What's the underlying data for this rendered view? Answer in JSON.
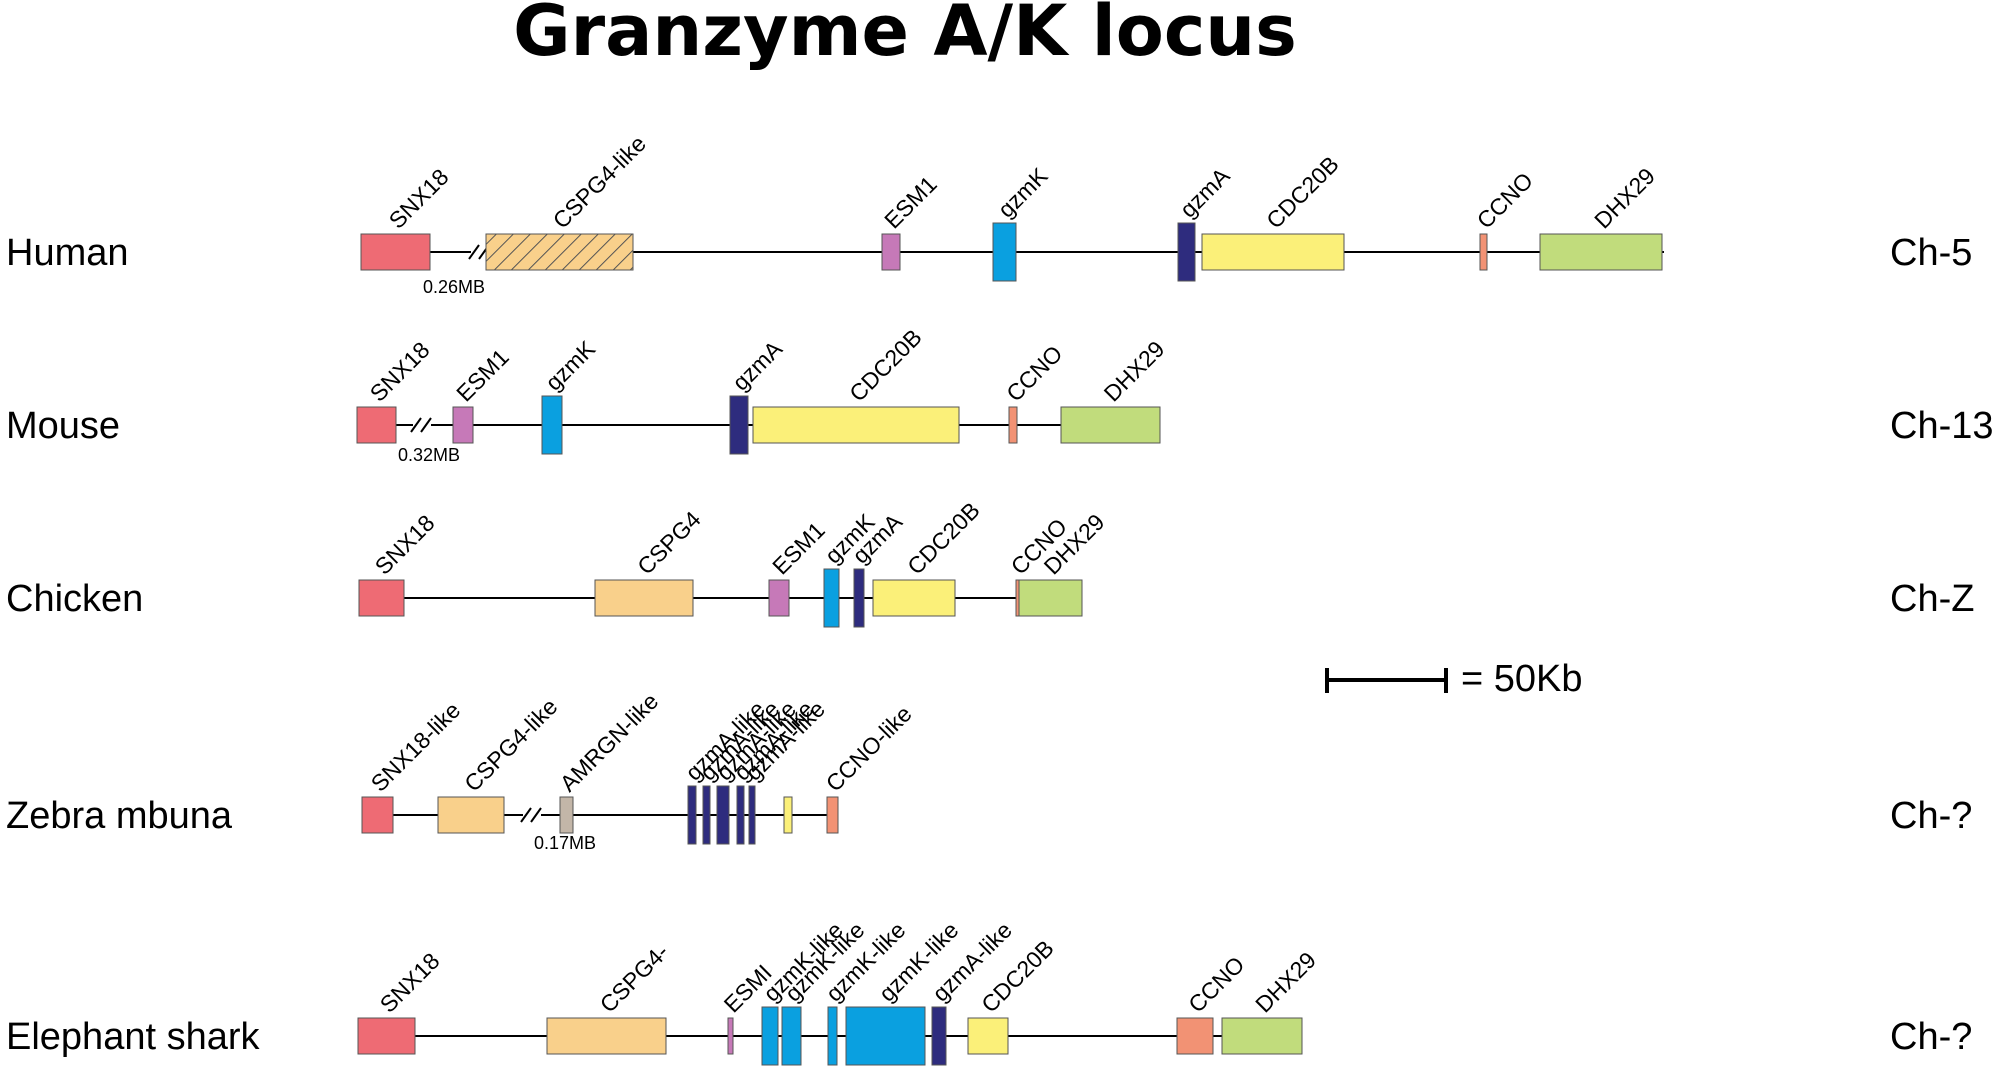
{
  "title": "Granzyme A/K locus",
  "scale": {
    "label": "= 50Kb"
  },
  "colors": {
    "SNX18": "#ee6b74",
    "CSPG4": "#f9d08b",
    "ESM1": "#c679b8",
    "gzmK": "#0aa0e0",
    "gzmA": "#2e2c7e",
    "CDC20B": "#fbf079",
    "CCNO": "#f29274",
    "DHX29": "#c1dc7c",
    "AMRGN": "#c3b6a8",
    "line": "#000000"
  },
  "rows": [
    {
      "species": "Human",
      "chrom": "Ch-5",
      "gap_label": "0.26MB",
      "genes": [
        {
          "label": "SNX18",
          "type": "SNX18"
        },
        {
          "label": "CSPG4-like",
          "type": "CSPG4",
          "pattern": "hatched"
        },
        {
          "label": "ESM1",
          "type": "ESM1"
        },
        {
          "label": "gzmK",
          "type": "gzmK"
        },
        {
          "label": "gzmA",
          "type": "gzmA"
        },
        {
          "label": "CDC20B",
          "type": "CDC20B"
        },
        {
          "label": "CCNO",
          "type": "CCNO"
        },
        {
          "label": "DHX29",
          "type": "DHX29"
        }
      ]
    },
    {
      "species": "Mouse",
      "chrom": "Ch-13",
      "gap_label": "0.32MB",
      "genes": [
        {
          "label": "SNX18",
          "type": "SNX18"
        },
        {
          "label": "ESM1",
          "type": "ESM1"
        },
        {
          "label": "gzmK",
          "type": "gzmK"
        },
        {
          "label": "gzmA",
          "type": "gzmA"
        },
        {
          "label": "CDC20B",
          "type": "CDC20B"
        },
        {
          "label": "CCNO",
          "type": "CCNO"
        },
        {
          "label": "DHX29",
          "type": "DHX29"
        }
      ]
    },
    {
      "species": "Chicken",
      "chrom": "Ch-Z",
      "genes": [
        {
          "label": "SNX18",
          "type": "SNX18"
        },
        {
          "label": "CSPG4",
          "type": "CSPG4"
        },
        {
          "label": "ESM1",
          "type": "ESM1"
        },
        {
          "label": "gzmK",
          "type": "gzmK"
        },
        {
          "label": "gzmA",
          "type": "gzmA"
        },
        {
          "label": "CDC20B",
          "type": "CDC20B"
        },
        {
          "label": "CCNO",
          "type": "CCNO"
        },
        {
          "label": "DHX29",
          "type": "DHX29"
        }
      ]
    },
    {
      "species": "Zebra mbuna",
      "chrom": "Ch-?",
      "gap_label": "0.17MB",
      "genes": [
        {
          "label": "SNX18-like",
          "type": "SNX18"
        },
        {
          "label": "CSPG4-like",
          "type": "CSPG4"
        },
        {
          "label": "AMRGN-like",
          "type": "AMRGN"
        },
        {
          "label": "gzmA-like",
          "type": "gzmA"
        },
        {
          "label": "gzmA-like",
          "type": "gzmA"
        },
        {
          "label": "gzmA-like",
          "type": "gzmA"
        },
        {
          "label": "gzmA-like",
          "type": "gzmA"
        },
        {
          "label": "gzmA-like",
          "type": "gzmA"
        },
        {
          "label": "",
          "type": "CDC20B"
        },
        {
          "label": "CCNO-like",
          "type": "CCNO"
        }
      ]
    },
    {
      "species": "Elephant shark",
      "chrom": "Ch-?",
      "genes": [
        {
          "label": "SNX18",
          "type": "SNX18"
        },
        {
          "label": "CSPG4-",
          "type": "CSPG4"
        },
        {
          "label": "ESMI",
          "type": "ESM1"
        },
        {
          "label": "gzmK-like",
          "type": "gzmK"
        },
        {
          "label": "gzmK-like",
          "type": "gzmK"
        },
        {
          "label": "gzmK-like",
          "type": "gzmK"
        },
        {
          "label": "gzmK-like",
          "type": "gzmK"
        },
        {
          "label": "gzmA-like",
          "type": "gzmA"
        },
        {
          "label": "CDC20B",
          "type": "CDC20B"
        },
        {
          "label": "CCNO",
          "type": "CCNO"
        },
        {
          "label": "DHX29",
          "type": "DHX29"
        }
      ]
    }
  ]
}
